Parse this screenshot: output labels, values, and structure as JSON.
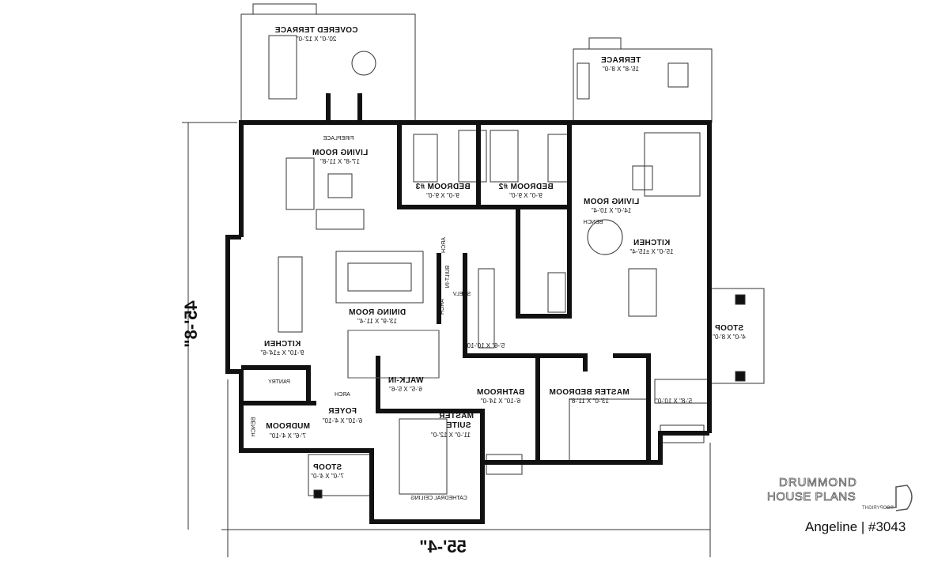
{
  "rooms": {
    "covered_terrace": {
      "name": "COVERED TERRACE",
      "size": "20'-0\" X 12'-0\""
    },
    "terrace": {
      "name": "TERRACE",
      "size": "15'-8\" X 8'-0\""
    },
    "fireplace": "FIREPLACE",
    "living_left": {
      "name": "LIVING ROOM",
      "size": "17'-8\" X 11'-8\""
    },
    "bedroom3": {
      "name": "BEDROOM #3",
      "size": "9'-0\" X 9'-0\""
    },
    "bedroom2": {
      "name": "BEDROOM #2",
      "size": "9'-0\" X 9'-0\""
    },
    "living_right": {
      "name": "LIVING ROOM",
      "size": "14'-0\" X 10'-4\""
    },
    "kitchen_right": {
      "name": "KITCHEN",
      "size": "15'-0\" X ±15'-4\""
    },
    "dining": {
      "name": "DINING ROOM",
      "size": "13'-9\" X 11'-4\""
    },
    "kitchen_left": {
      "name": "KITCHEN",
      "size": "9'-10\" X ±14'-6\""
    },
    "pantry": "PANTRY",
    "walkin": {
      "name": "WALK-IN",
      "size": "6'-5\" X 5'-6\""
    },
    "bathroom": {
      "name": "BATHROOM",
      "size": "6'-10\" X 14'-0\""
    },
    "master_bedroom": {
      "name": "MASTER BEDROOM",
      "size": "13'-0\" X 11'-8\""
    },
    "ensuite_right": {
      "size": "5'-8\" X 10'-0\""
    },
    "bath_mid": {
      "size": "5'-6\" X 10'-10\""
    },
    "master_suite": {
      "name1": "MASTER",
      "name2": "SUITE",
      "size": "11'-0\" X 12'-0\""
    },
    "foyer": {
      "name": "FOYER",
      "size": "6'-10\" X 4'-10\""
    },
    "mudroom": {
      "name": "MUDROOM",
      "size": "7'-6\" X 4'-10\""
    },
    "stoop_left": {
      "name": "STOOP",
      "size": "7'-0\" X 4'-0\""
    },
    "stoop_right": {
      "name": "STOOP",
      "size": "4'-0\" X 8'-0\""
    }
  },
  "annotations": {
    "bench_mud": "BENCH",
    "bench_kitchen": "BENCH",
    "arch_foyer": "ARCH",
    "arch_top": "ARCH",
    "arch_bottom": "ARCH",
    "built_in": "BUILT-IN",
    "shelv": "SHELV",
    "cathedral": "CATHEDRAL CEILING"
  },
  "dimensions": {
    "width": "55'-4\"",
    "depth": "45'-8\""
  },
  "branding": {
    "line1": "DRUMMOND",
    "line2": "HOUSE PLANS",
    "copyright": "©COPYRIGHT",
    "plan": "Angeline | #3043"
  }
}
